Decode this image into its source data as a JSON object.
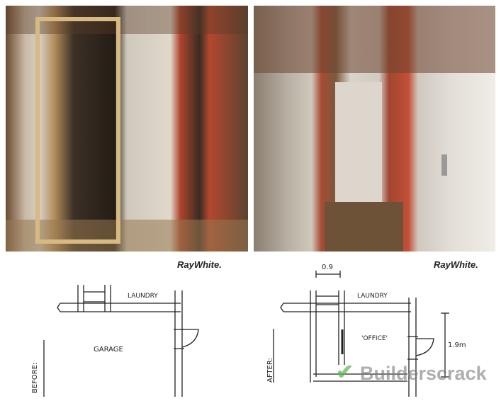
{
  "photos": {
    "before": {
      "label": "before-photo"
    },
    "after": {
      "label": "after-photo"
    }
  },
  "sketch_before": {
    "logo": "RayWhite.",
    "laundry": "LAUNDRY",
    "garage": "GARAGE",
    "side_label": "BEFORE:"
  },
  "sketch_after": {
    "logo": "RayWhite.",
    "width_dim": "0.9",
    "laundry": "LAUNDRY",
    "office": "'OFFICE'",
    "length_dim": "1.9m",
    "side_label": "AFTER:"
  },
  "watermark": "Builderscrack"
}
